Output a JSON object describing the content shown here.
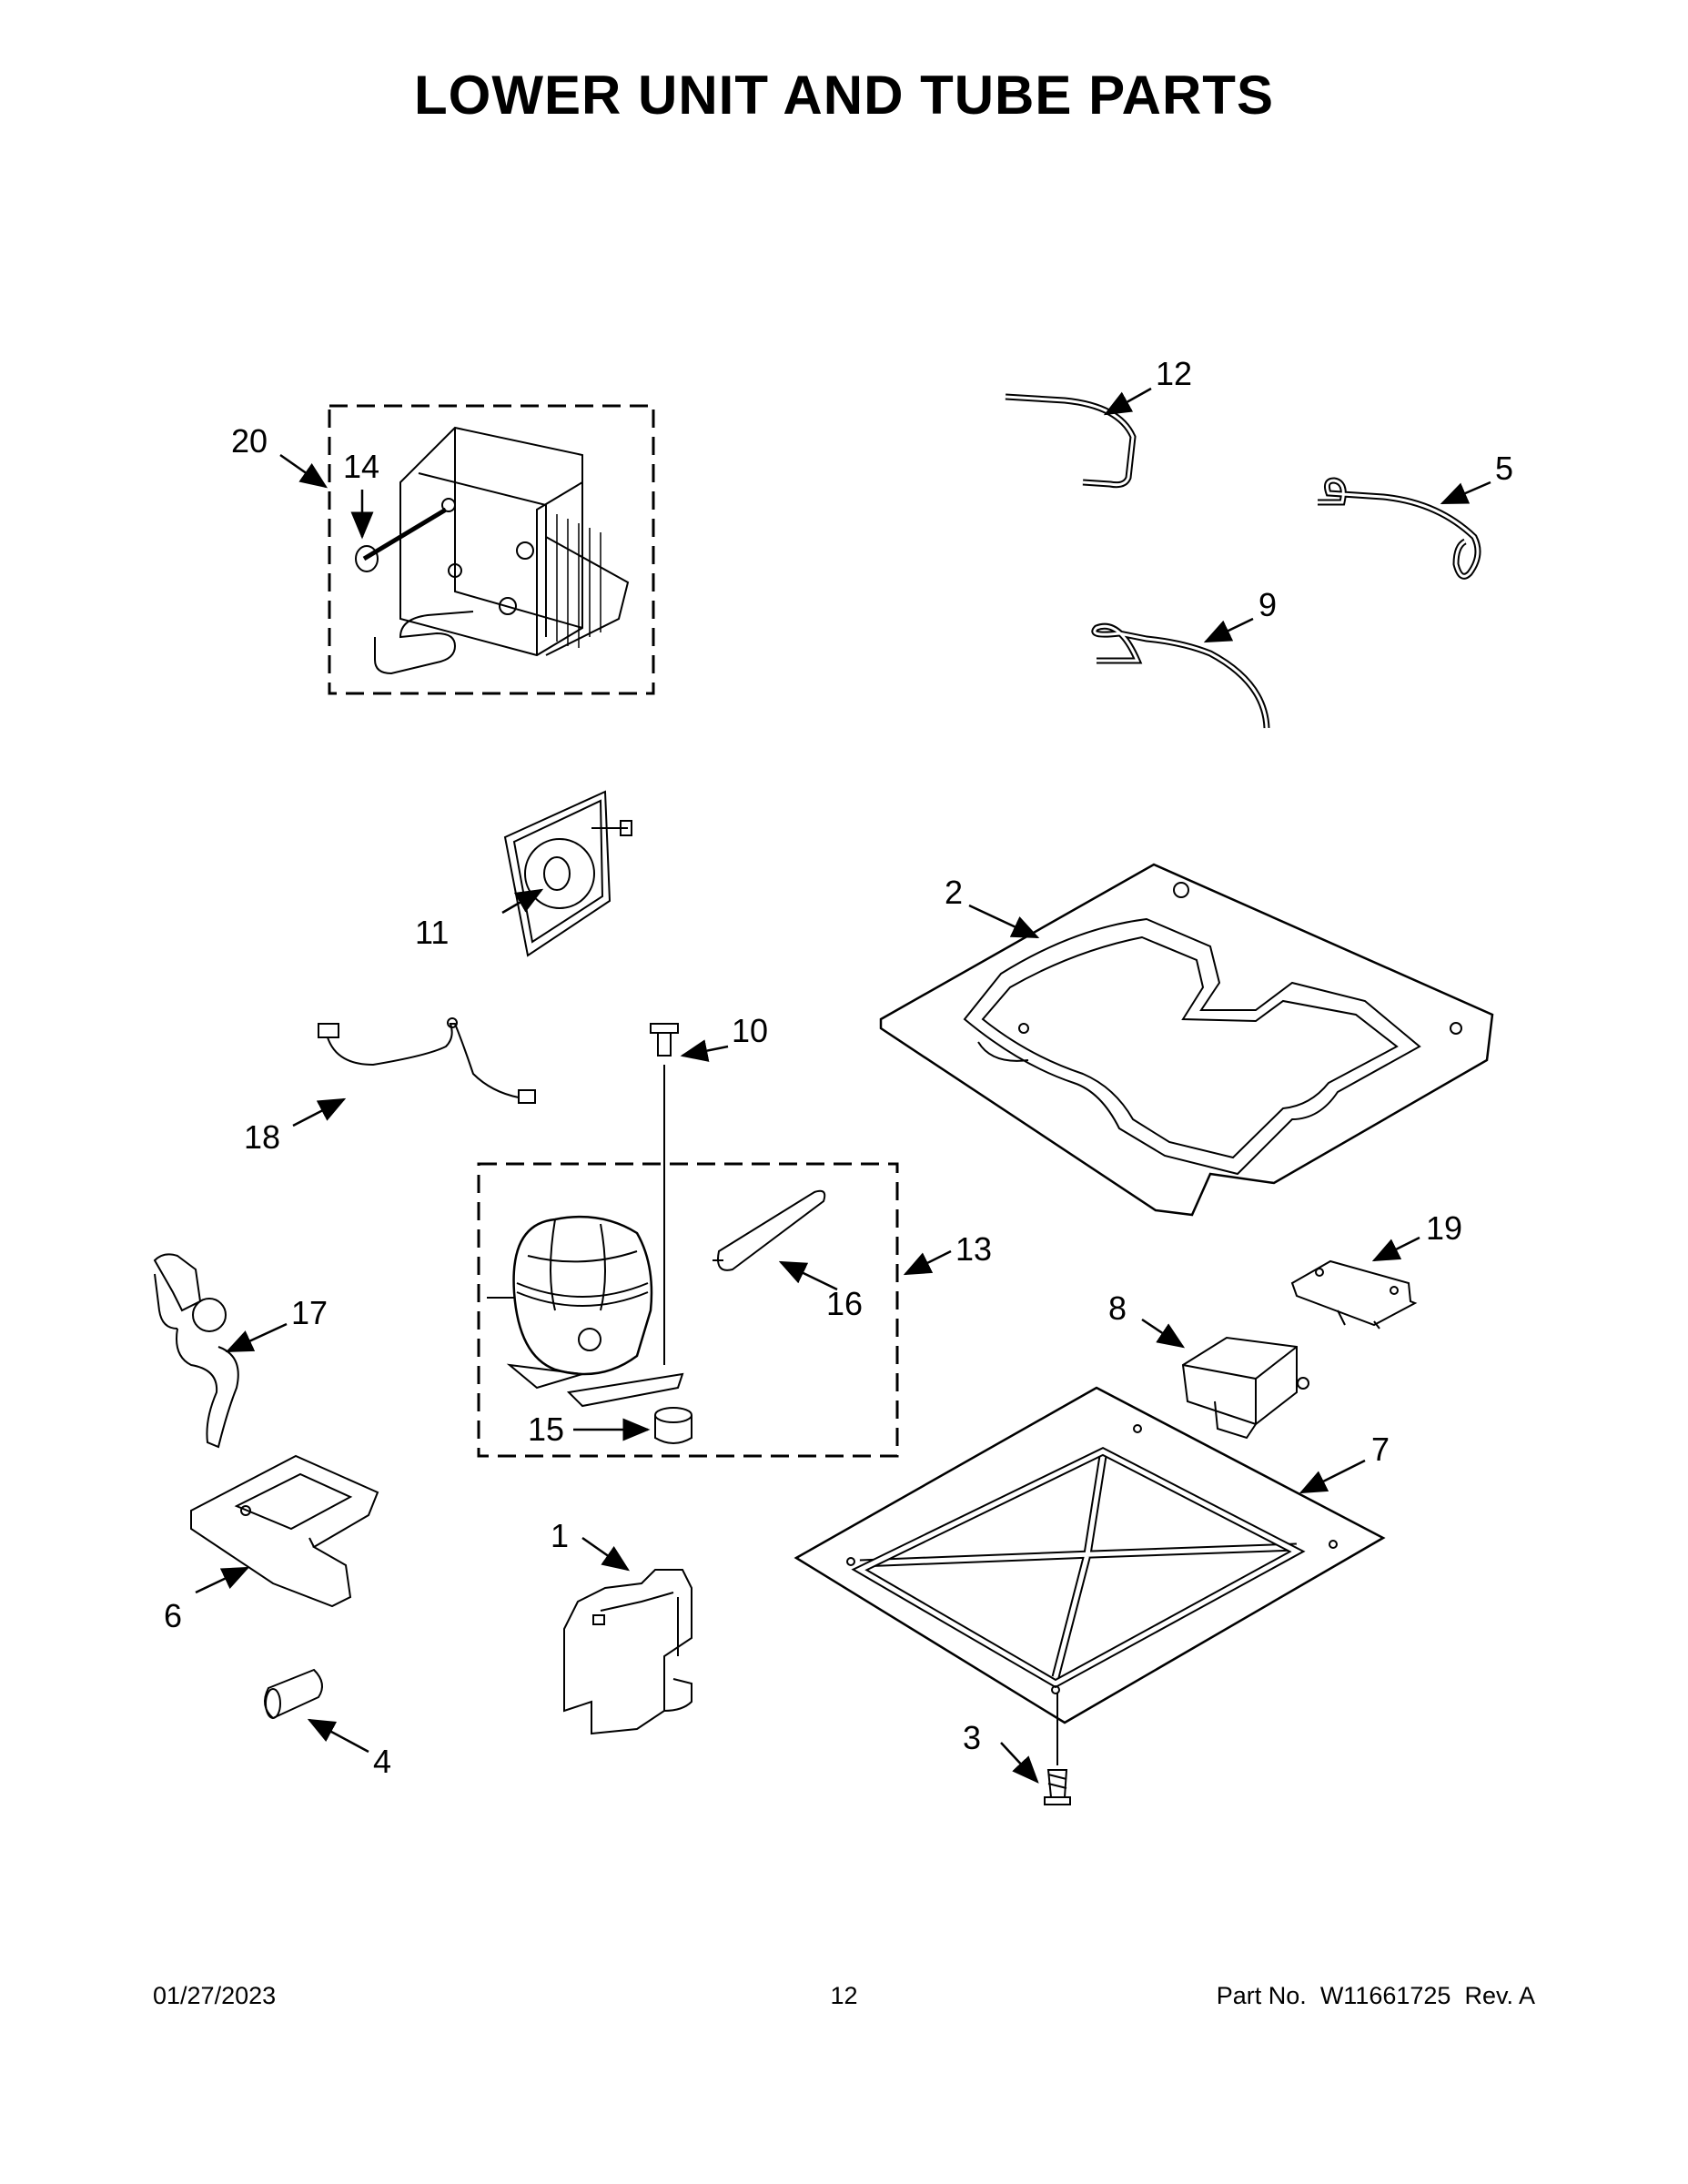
{
  "title": "LOWER UNIT AND TUBE PARTS",
  "callouts": {
    "c1": "1",
    "c2": "2",
    "c3": "3",
    "c4": "4",
    "c5": "5",
    "c6": "6",
    "c7": "7",
    "c8": "8",
    "c9": "9",
    "c10": "10",
    "c11": "11",
    "c12": "12",
    "c13": "13",
    "c14": "14",
    "c15": "15",
    "c16": "16",
    "c17": "17",
    "c18": "18",
    "c19": "19",
    "c20": "20"
  },
  "footer": {
    "date": "01/27/2023",
    "page": "12",
    "part_label": "Part No.",
    "part_number": "W11661725",
    "rev": "Rev. A"
  }
}
